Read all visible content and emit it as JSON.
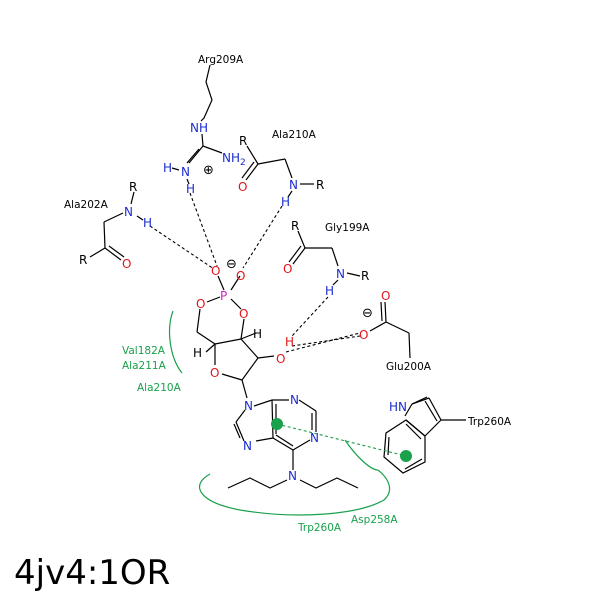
{
  "identifier": "4jv4:1OR",
  "residues": {
    "arg209": "Arg209A",
    "ala210_top": "Ala210A",
    "ala202": "Ala202A",
    "gly199": "Gly199A",
    "glu200": "Glu200A",
    "trp260_right": "Trp260A",
    "val182": "Val182A",
    "ala211": "Ala211A",
    "ala210_left": "Ala210A",
    "trp260_bottom": "Trp260A",
    "asp258": "Asp258A"
  },
  "atoms": {
    "N": "N",
    "H": "H",
    "O": "O",
    "P": "P",
    "R": "R",
    "NH": "NH",
    "NH2": "NH2",
    "HN": "HN",
    "minus": "⊖",
    "plus": "⊕"
  },
  "colors": {
    "nitrogen": "#1a2ccf",
    "oxygen": "#e0161a",
    "phosphorus": "#cc22cc",
    "hydrophobic": "#19a14b",
    "bond": "#000000"
  }
}
